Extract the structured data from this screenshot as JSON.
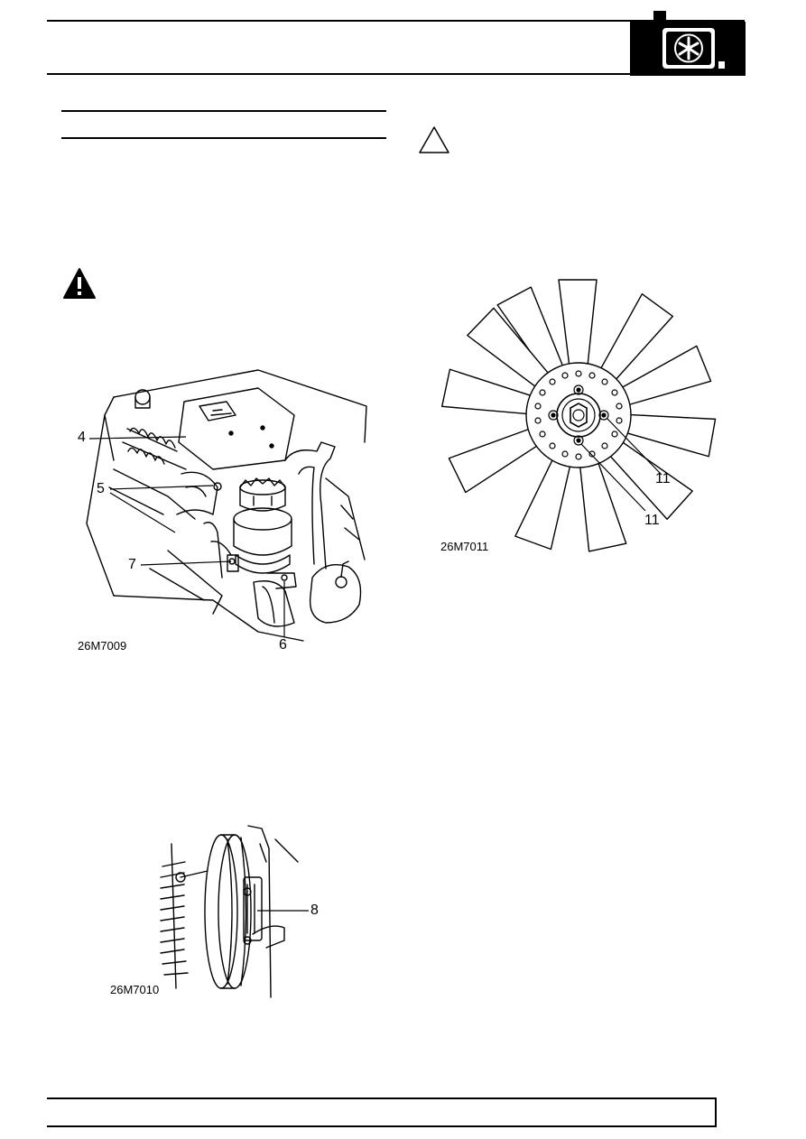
{
  "figures": [
    {
      "id": "engine",
      "caption": "26M7009",
      "callouts": [
        "4",
        "5",
        "7",
        "6"
      ]
    },
    {
      "id": "pulley",
      "caption": "26M7010",
      "callouts": [
        "8"
      ]
    },
    {
      "id": "fan",
      "caption": "26M7011",
      "callouts": [
        "11",
        "11"
      ]
    }
  ],
  "icons": {
    "section": "cooling-fan-section-icon",
    "warning": "warning-icon",
    "caution": "caution-icon"
  },
  "colors": {
    "ink": "#000000",
    "paper": "#ffffff"
  }
}
